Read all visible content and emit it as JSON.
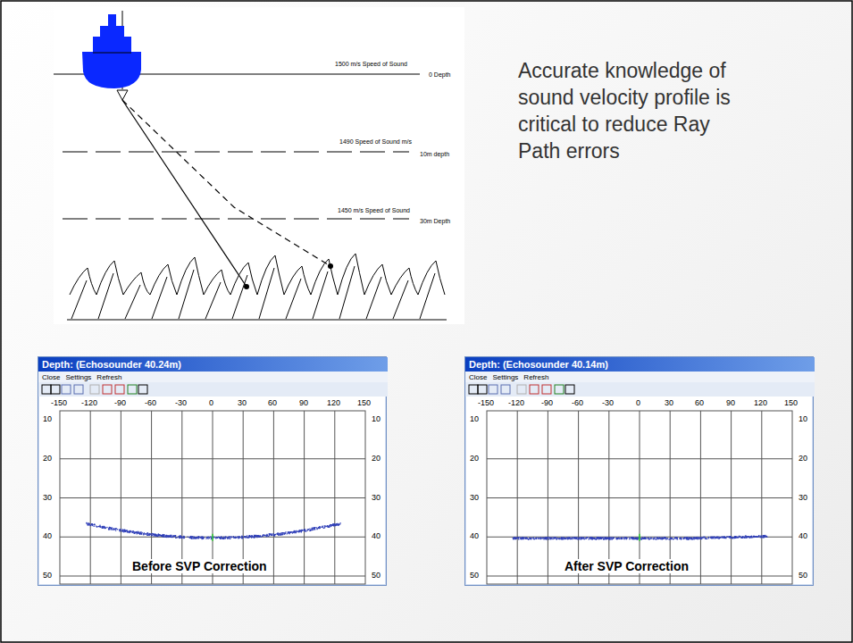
{
  "diagram": {
    "title": "Accurate knowledge of sound velocity profile is critical to reduce Ray Path errors",
    "nodes": [
      {
        "text": [
          "Depth: (Echosounder 40.24m)",
          "Close",
          "Settings",
          "Refresh",
          "Before SVP Correction"
        ]
      },
      {
        "text": [
          "Depth: (Echosounder 40.14m)",
          "Close",
          "Settings",
          "Refresh",
          "After SVP Correction"
        ]
      }
    ],
    "labels": [
      "1500 m/s Speed of Sound",
      "0 Depth",
      "1490 Speed of Sound m/s",
      "10m depth",
      "1450 m/s Speed of Sound",
      "30m Depth",
      "-150",
      "-120",
      "-90",
      "-60",
      "-30",
      "0",
      "30",
      "60",
      "90",
      "120",
      "150",
      "10",
      "20",
      "30",
      "40",
      "50",
      "10",
      "20",
      "30",
      "40",
      "50",
      "-150",
      "-120",
      "-90",
      "-60",
      "-30",
      "0",
      "30",
      "60",
      "90",
      "120",
      "150",
      "10",
      "20",
      "30",
      "40",
      "50",
      "10",
      "20",
      "30",
      "40",
      "50"
    ]
  }
}
